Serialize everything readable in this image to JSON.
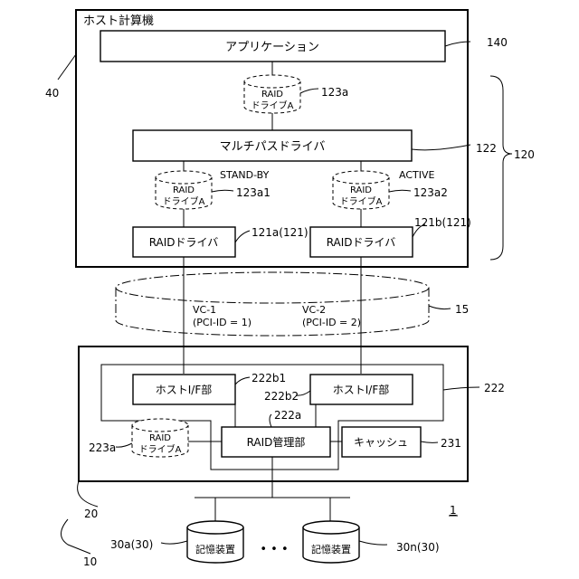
{
  "host": {
    "title": "ホスト計算機",
    "ref": "40",
    "application": "アプリケーション",
    "application_ref": "140",
    "multipath_driver": "マルチパスドライバ",
    "multipath_ref": "122",
    "group_ref": "120",
    "raid_drive_top": {
      "line1": "RAID",
      "line2": "ドライブA",
      "ref": "123a"
    },
    "raid_drive_left": {
      "line1": "RAID",
      "line2": "ドライブA",
      "ref": "123a1",
      "status": "STAND-BY"
    },
    "raid_drive_right": {
      "line1": "RAID",
      "line2": "ドライブA",
      "ref": "123a2",
      "status": "ACTIVE"
    },
    "raid_driver_left": {
      "label": "RAIDドライバ",
      "ref": "121a(121)"
    },
    "raid_driver_right": {
      "label": "RAIDドライバ",
      "ref": "121b(121)"
    }
  },
  "channel": {
    "ref": "15",
    "vc1": {
      "name": "VC-1",
      "pci": "(PCI-ID = 1)"
    },
    "vc2": {
      "name": "VC-2",
      "pci": "(PCI-ID = 2)"
    }
  },
  "storage": {
    "ref": "20",
    "controller_ref": "222",
    "host_if_left": {
      "label": "ホストI/F部",
      "ref": "222b1"
    },
    "host_if_right": {
      "label": "ホストI/F部",
      "ref": "222b2"
    },
    "raid_manager": {
      "label": "RAID管理部",
      "ref": "222a"
    },
    "cache": {
      "label": "キャッシュ",
      "ref": "231"
    },
    "raid_drive": {
      "line1": "RAID",
      "line2": "ドライブA",
      "ref": "223a"
    }
  },
  "disks": {
    "group_ref": "10",
    "first": {
      "label": "記憶装置",
      "ref": "30a(30)"
    },
    "last": {
      "label": "記憶装置",
      "ref": "30n(30)"
    },
    "ellipsis": "• • •"
  },
  "figure_ref": "1"
}
